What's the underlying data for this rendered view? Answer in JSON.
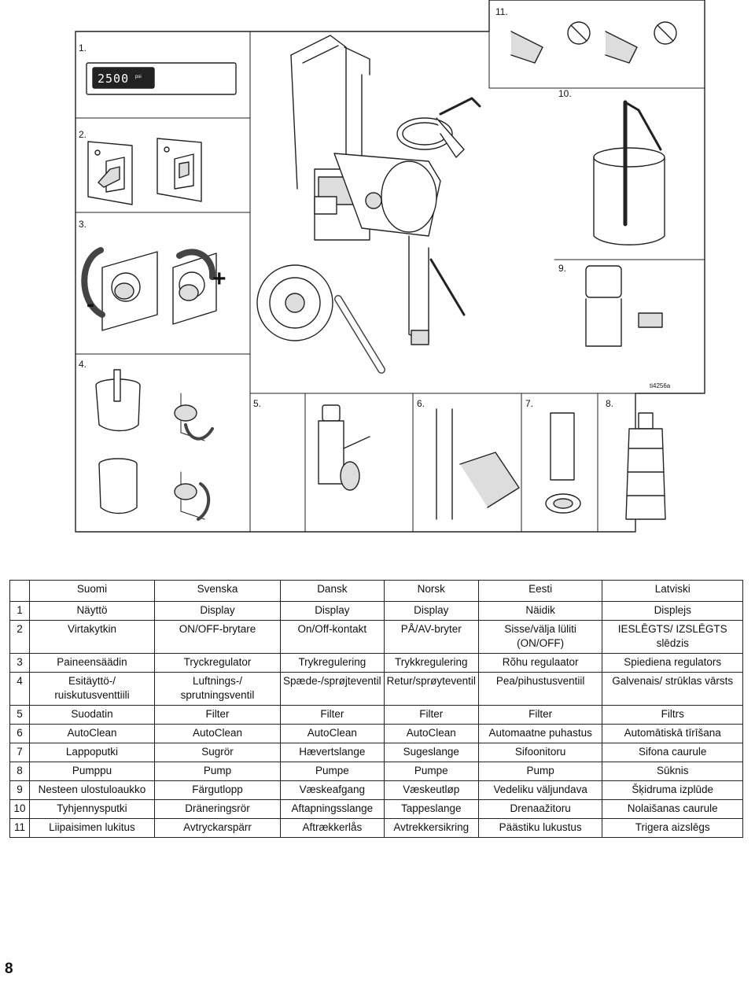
{
  "figure": {
    "panel_labels": [
      "1.",
      "2.",
      "3.",
      "4.",
      "5.",
      "6.",
      "7.",
      "8.",
      "9.",
      "10.",
      "11."
    ],
    "display_readout": "2500",
    "display_unit": "psi",
    "minus_sign": "-",
    "plus_sign": "+",
    "reference_code": "ti4256a"
  },
  "legend": {
    "headers": [
      "Suomi",
      "Svenska",
      "Dansk",
      "Norsk",
      "Eesti",
      "Latviski"
    ],
    "rows": [
      {
        "num": "1",
        "cells": [
          "Näyttö",
          "Display",
          "Display",
          "Display",
          "Näidik",
          "Displejs"
        ]
      },
      {
        "num": "2",
        "cells": [
          "Virtakytkin",
          "ON/OFF-brytare",
          "On/Off-kontakt",
          "PÅ/AV-bryter",
          "Sisse/välja lüliti (ON/OFF)",
          "IESLĒGTS/ IZSLĒGTS slēdzis"
        ]
      },
      {
        "num": "3",
        "cells": [
          "Paineensäädin",
          "Tryckregulator",
          "Trykregulering",
          "Trykkregulering",
          "Rõhu regulaator",
          "Spiediena regulators"
        ]
      },
      {
        "num": "4",
        "cells": [
          "Esitäyttö-/ ruiskutusventtiili",
          "Luftnings-/ sprutningsventil",
          "Spæde-/sprøjteventil",
          "Retur/sprøyteventil",
          "Pea/pihustusventiil",
          "Galvenais/ strūklas vārsts"
        ]
      },
      {
        "num": "5",
        "cells": [
          "Suodatin",
          "Filter",
          "Filter",
          "Filter",
          "Filter",
          "Filtrs"
        ]
      },
      {
        "num": "6",
        "cells": [
          "AutoClean",
          "AutoClean",
          "AutoClean",
          "AutoClean",
          "Automaatne puhastus",
          "Automātiskā tīrīšana"
        ]
      },
      {
        "num": "7",
        "cells": [
          "Lappoputki",
          "Sugrör",
          "Hævertslange",
          "Sugeslange",
          "Sifoonitoru",
          "Sifona caurule"
        ]
      },
      {
        "num": "8",
        "cells": [
          "Pumppu",
          "Pump",
          "Pumpe",
          "Pumpe",
          "Pump",
          "Sūknis"
        ]
      },
      {
        "num": "9",
        "cells": [
          "Nesteen ulostuloaukko",
          "Färgutlopp",
          "Væskeafgang",
          "Væskeutløp",
          "Vedeliku väljundava",
          "Šķidruma izplūde"
        ]
      },
      {
        "num": "10",
        "cells": [
          "Tyhjennysputki",
          "Dräneringsrör",
          "Aftapningsslange",
          "Tappeslange",
          "Drenaažitoru",
          "Nolaišanas caurule"
        ]
      },
      {
        "num": "11",
        "cells": [
          "Liipaisimen lukitus",
          "Avtryckarspärr",
          "Aftrækkerlås",
          "Avtrekkersikring",
          "Päästiku lukustus",
          "Trigera aizslēgs"
        ]
      }
    ]
  },
  "page_number": "8"
}
